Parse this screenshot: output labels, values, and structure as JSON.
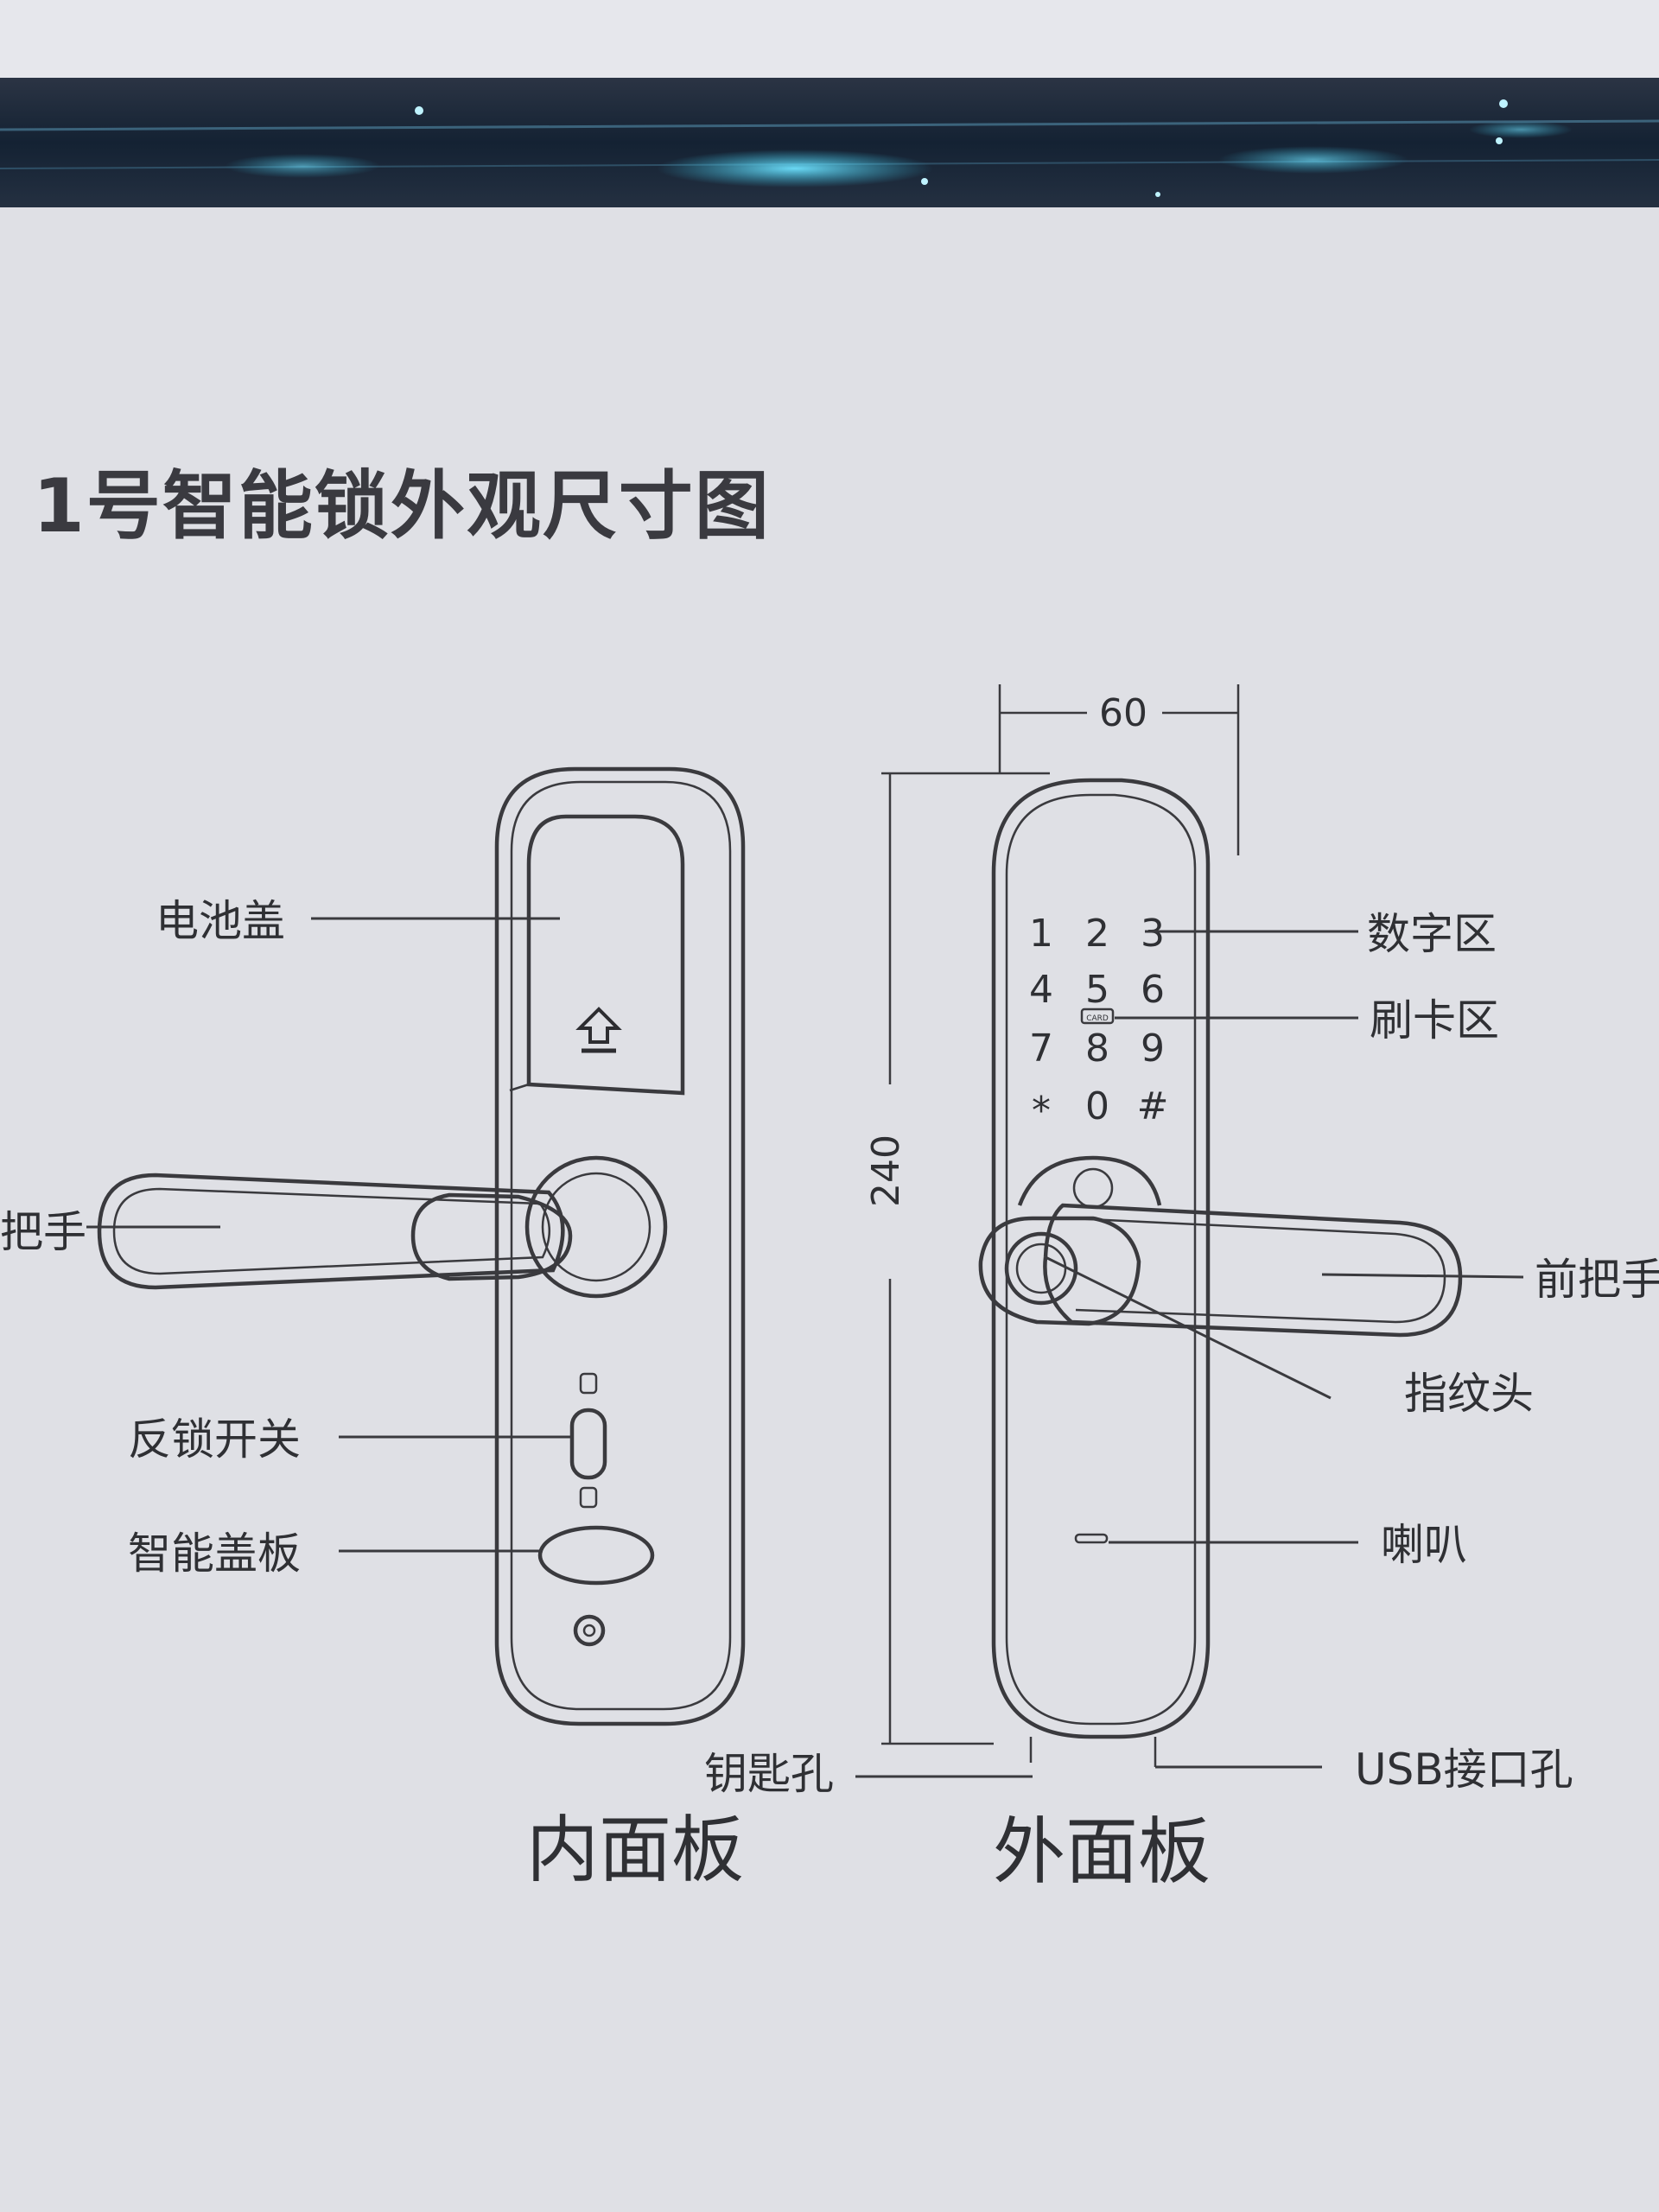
{
  "title": "1号智能锁外观尺寸图",
  "inner_panel": {
    "caption": "内面板",
    "labels": {
      "battery_cover": "电池盖",
      "handle": "把手",
      "deadlock_switch": "反锁开关",
      "smart_cover": "智能盖板",
      "keyhole": "钥匙孔"
    }
  },
  "outer_panel": {
    "caption": "外面板",
    "labels": {
      "keypad_area": "数字区",
      "card_area": "刷卡区",
      "front_handle": "前把手",
      "fingerprint": "指纹头",
      "speaker": "喇叭",
      "usb_port": "USB接口孔"
    },
    "keypad": [
      "1",
      "2",
      "3",
      "4",
      "5",
      "6",
      "7",
      "8",
      "9",
      "*",
      "0",
      "#"
    ],
    "card_mark": "CARD"
  },
  "dimensions": {
    "width": "60",
    "height": "240"
  },
  "colors": {
    "banner_dark": "#1c2a3c",
    "banner_glow": "#39c6e8",
    "paper": "#dfe0e5",
    "ink": "#3a3a3e"
  }
}
